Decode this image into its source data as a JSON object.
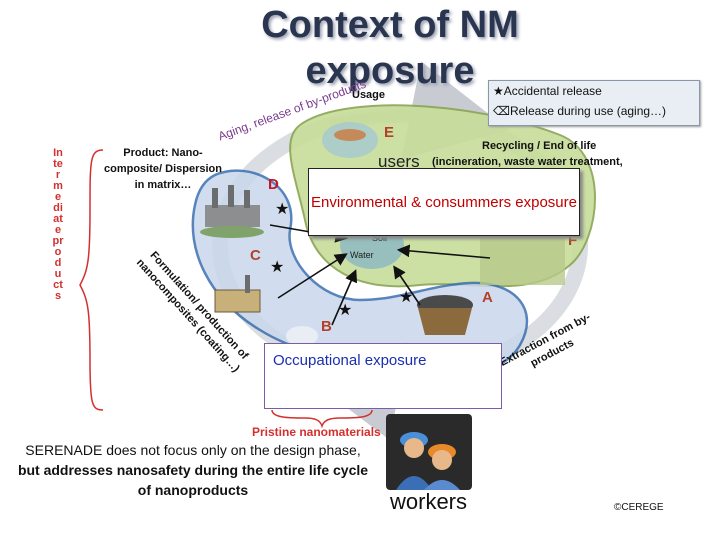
{
  "title": "Context of NM exposure",
  "legend": {
    "item1": "★Accidental release",
    "item2": "⌫Release during use (aging…)"
  },
  "labels": {
    "usage": "Usage",
    "aging": "Aging, release of by-products",
    "product": "Product: Nano-composite/ Dispersion in matrix…",
    "recycling": "Recycling / End of life",
    "users": "users",
    "incineration": "(incineration, waste water treatment,",
    "formulation": "Formulation/ production of nanocomposites (coating…)",
    "extraction": "Extraction from by-products",
    "pristine": "Pristine nanomaterials",
    "intermediate": "Intermediate products",
    "soil": "Soil",
    "water": "Water"
  },
  "stages": [
    "A",
    "B",
    "C",
    "D",
    "E",
    "F"
  ],
  "env_box": "Environmental & consummers exposure",
  "occ_box": "Occupational exposure",
  "footer": {
    "line1": "SERENADE does not focus only on the design phase,",
    "line2": "but addresses nanosafety during the entire life cycle",
    "line3": "of nanoproducts"
  },
  "workers": "workers",
  "copyright": "©CEREGE",
  "colors": {
    "title": "#2a3550",
    "env_text": "#c00000",
    "occ_text": "#1a2fb0",
    "stage_letters": "#b3422a",
    "green_zone": "#c8dd9a",
    "blue_zone": "#c9d8ec",
    "bracket_red": "#d43030"
  }
}
